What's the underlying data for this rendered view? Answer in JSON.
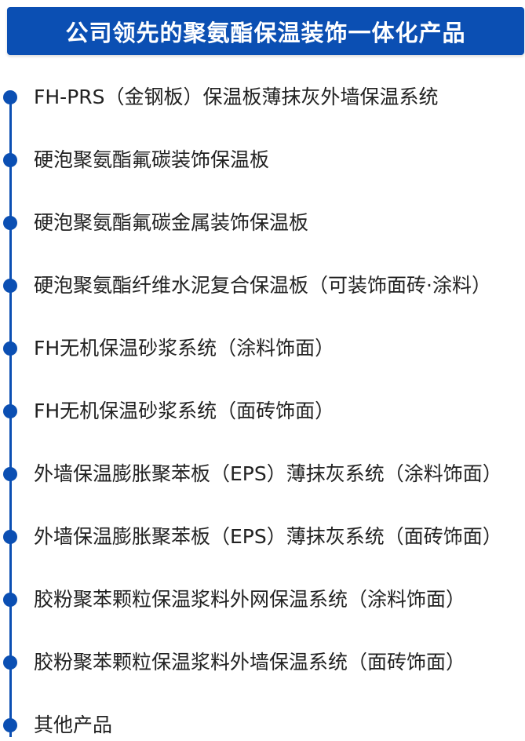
{
  "header": {
    "title": "公司领先的聚氨酯保温装饰一体化产品"
  },
  "products": [
    "FH-PRS（金钢板）保温板薄抹灰外墙保温系统",
    "硬泡聚氨酯氟碳装饰保温板",
    "硬泡聚氨酯氟碳金属装饰保温板",
    "硬泡聚氨酯纤维水泥复合保温板（可装饰面砖·涂料）",
    "FH无机保温砂浆系统（涂料饰面）",
    "FH无机保温砂浆系统（面砖饰面）",
    "外墙保温膨胀聚苯板（EPS）薄抹灰系统（涂料饰面）",
    "外墙保温膨胀聚苯板（EPS）薄抹灰系统（面砖饰面）",
    "胶粉聚苯颗粒保温浆料外网保温系统（涂料饰面）",
    "胶粉聚苯颗粒保温浆料外墙保温系统（面砖饰面）",
    "其他产品"
  ],
  "colors": {
    "accent": "#0b4fb3",
    "text": "#222222",
    "header_text": "#ffffff"
  }
}
